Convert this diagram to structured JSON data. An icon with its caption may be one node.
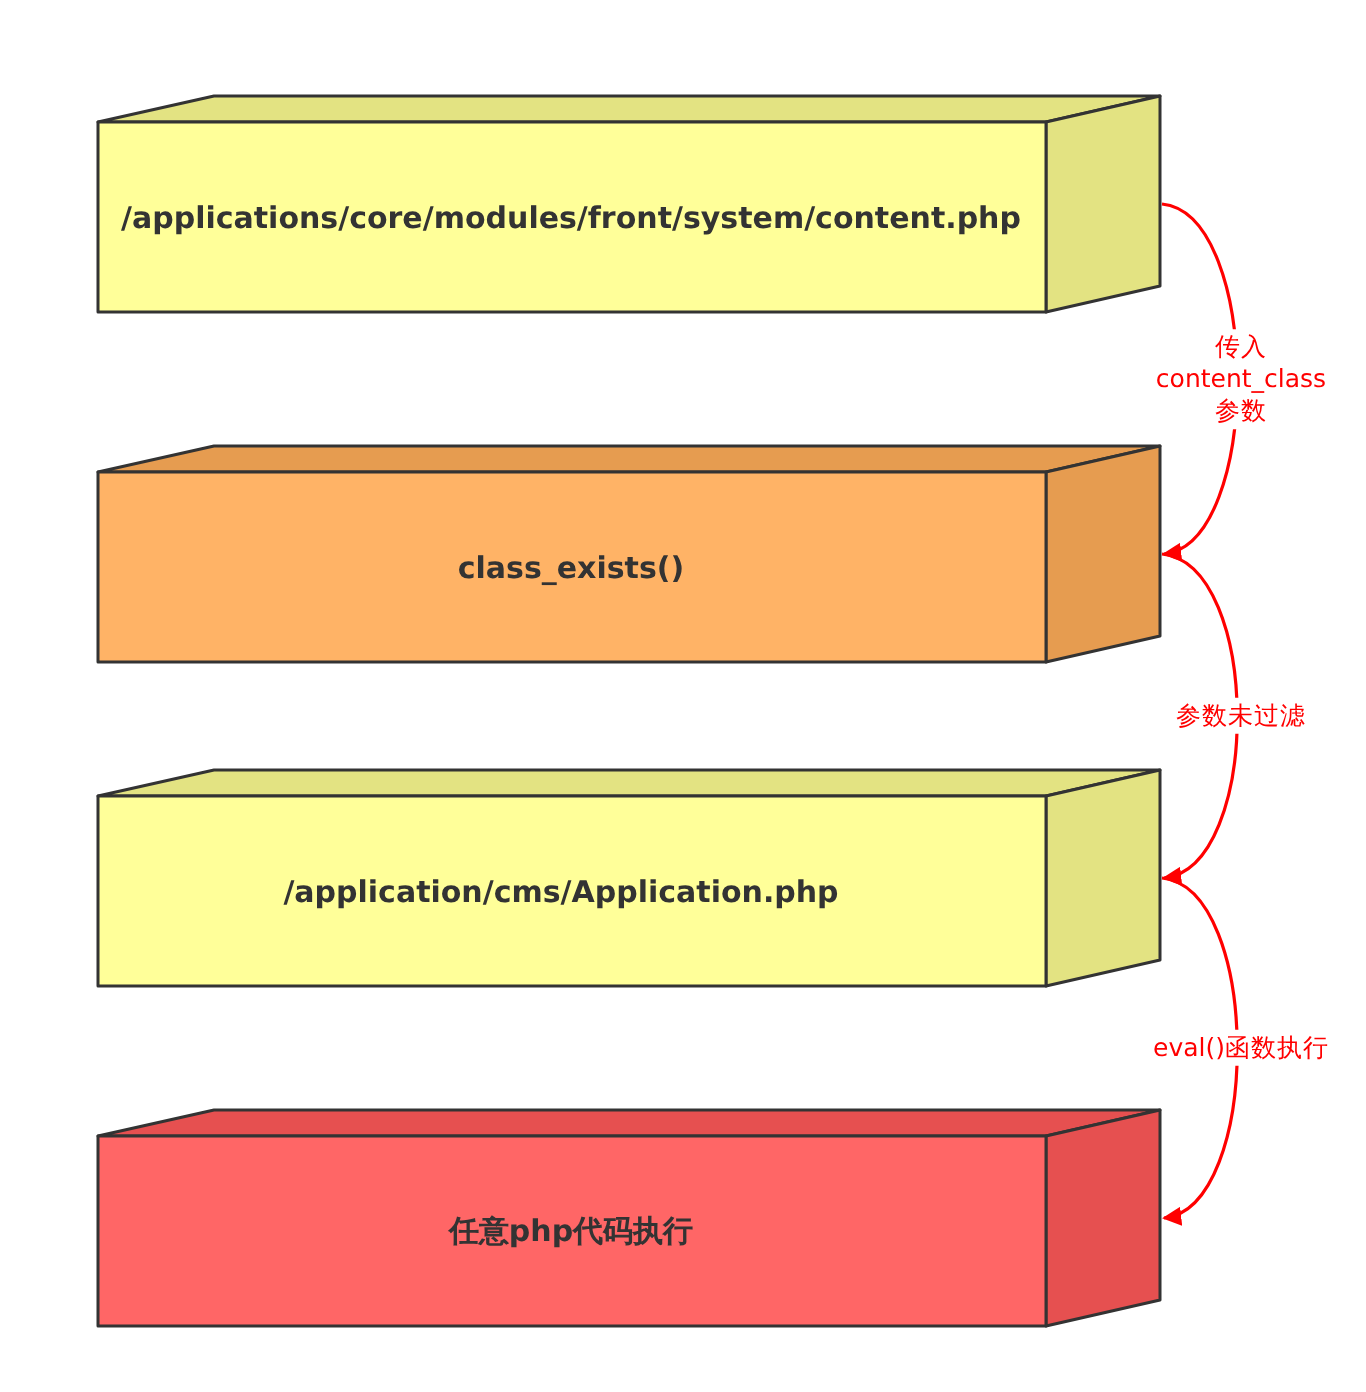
{
  "diagram": {
    "nodes": [
      {
        "text": [
          "/applications/core/modules/front/system/content.php"
        ]
      },
      {
        "text": [
          "class_exists()"
        ]
      },
      {
        "text": [
          "/application/cms/Application.php"
        ]
      },
      {
        "text": [
          "任意php代码执行"
        ]
      }
    ],
    "edges": [
      {
        "from": 0,
        "to": 1,
        "arrow": "to",
        "label": "传入 content_class 参数"
      },
      {
        "from": 1,
        "to": 2,
        "arrow": "to",
        "label": "参数未过滤"
      },
      {
        "from": 2,
        "to": 3,
        "arrow": "to",
        "label": "eval()函数执行"
      }
    ]
  }
}
